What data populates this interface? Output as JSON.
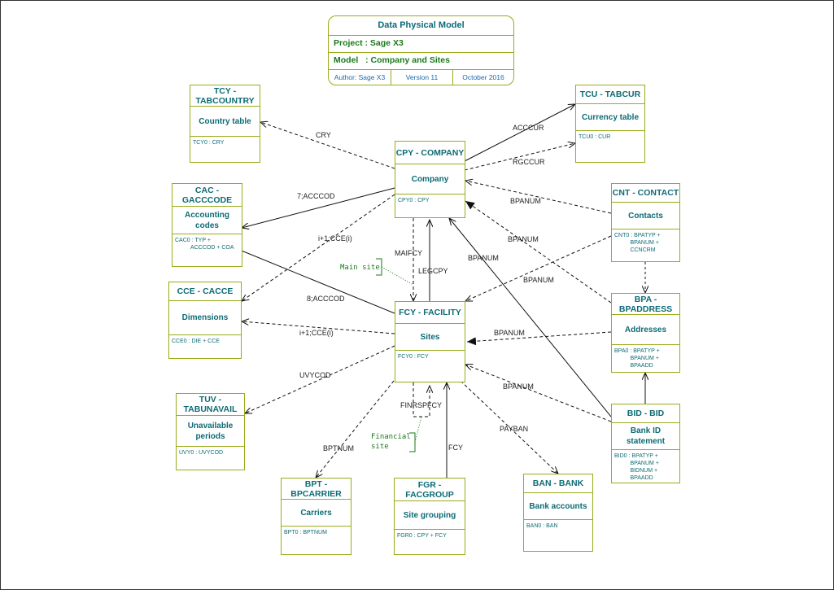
{
  "title_block": {
    "title": "Data Physical Model",
    "project": "Project : Sage X3",
    "model": "Model   : Company and Sites",
    "author": "Author: Sage X3",
    "version": "Version 11",
    "date": "October 2016"
  },
  "tables": {
    "tcy": {
      "header": "TCY -\nTABCOUNTRY",
      "description": "Country table",
      "key": "TCY0 : CRY"
    },
    "tcu": {
      "header": "TCU - TABCUR",
      "description": "Currency table",
      "key": "TCU0 : CUR"
    },
    "cpy": {
      "header": "CPY - COMPANY",
      "description": "Company",
      "key": "CPY0 : CPY"
    },
    "cac": {
      "header": "CAC -\nGACCCODE",
      "description": "Accounting\ncodes",
      "key": "CAC0 : TYP +\n          ACCCOD + COA"
    },
    "cnt": {
      "header": "CNT - CONTACT",
      "description": "Contacts",
      "key": "CNT0 : BPATYP +\n          BPANUM +\n          CCNCRM"
    },
    "cce": {
      "header": "CCE - CACCE",
      "description": "Dimensions",
      "key": "CCE0 : DIE + CCE"
    },
    "fcy": {
      "header": "FCY - FACILITY",
      "description": "Sites",
      "key": "FCY0 : FCY"
    },
    "bpa": {
      "header": "BPA -\nBPADDRESS",
      "description": "Addresses",
      "key": "BPA0 : BPATYP +\n          BPANUM +\n          BPAADD"
    },
    "tuv": {
      "header": "TUV -\nTABUNAVAIL",
      "description": "Unavailable\nperiods",
      "key": "UVY0 : UVYCOD"
    },
    "bid": {
      "header": "BID - BID",
      "description": "Bank ID\nstatement",
      "key": "BID0 : BPATYP +\n          BPANUM +\n          BIDNUM +\n          BPAADD"
    },
    "bpt": {
      "header": "BPT -\nBPCARRIER",
      "description": "Carriers",
      "key": "BPT0 : BPTNUM"
    },
    "fgr": {
      "header": "FGR -\nFACGROUP",
      "description": "Site grouping",
      "key": "FGR0 : CPY + FCY"
    },
    "ban": {
      "header": "BAN - BANK",
      "description": "Bank accounts",
      "key": "BAN0 : BAN"
    }
  },
  "link_labels": {
    "cry": "CRY",
    "acccur": "ACCCUR",
    "rgccur": "RGCCUR",
    "acccod7": "7;ACCCOD",
    "bpanum_cnt_cpy": "BPANUM",
    "cce_cpy": "i+1;CCE(i)",
    "bpanum_bpa_cpy": "BPANUM",
    "maifcy": "MAIFCY",
    "bpanum_bid_cpy": "BPANUM",
    "legcpy": "LEGCPY",
    "bpanum_cnt_fcy": "BPANUM",
    "acccod8": "8;ACCCOD",
    "bpanum_bpa_fcy": "BPANUM",
    "cce_fcy": "i+1;CCE(i)",
    "uvycod": "UVYCOD",
    "bpanum_bid_fcy": "BPANUM",
    "finrspfcy": "FINRSPFCY",
    "payban": "PAYBAN",
    "bptnum": "BPTNUM",
    "fcy": "FCY"
  },
  "notes": {
    "main_site": "Main site",
    "financial_site": "Financial\nsite"
  },
  "colors": {
    "box_border": "#9aab1a",
    "table_text": "#0d6b75",
    "note_text": "#1a7a1a",
    "author_text": "#1a6ab0",
    "line": "#111111"
  }
}
